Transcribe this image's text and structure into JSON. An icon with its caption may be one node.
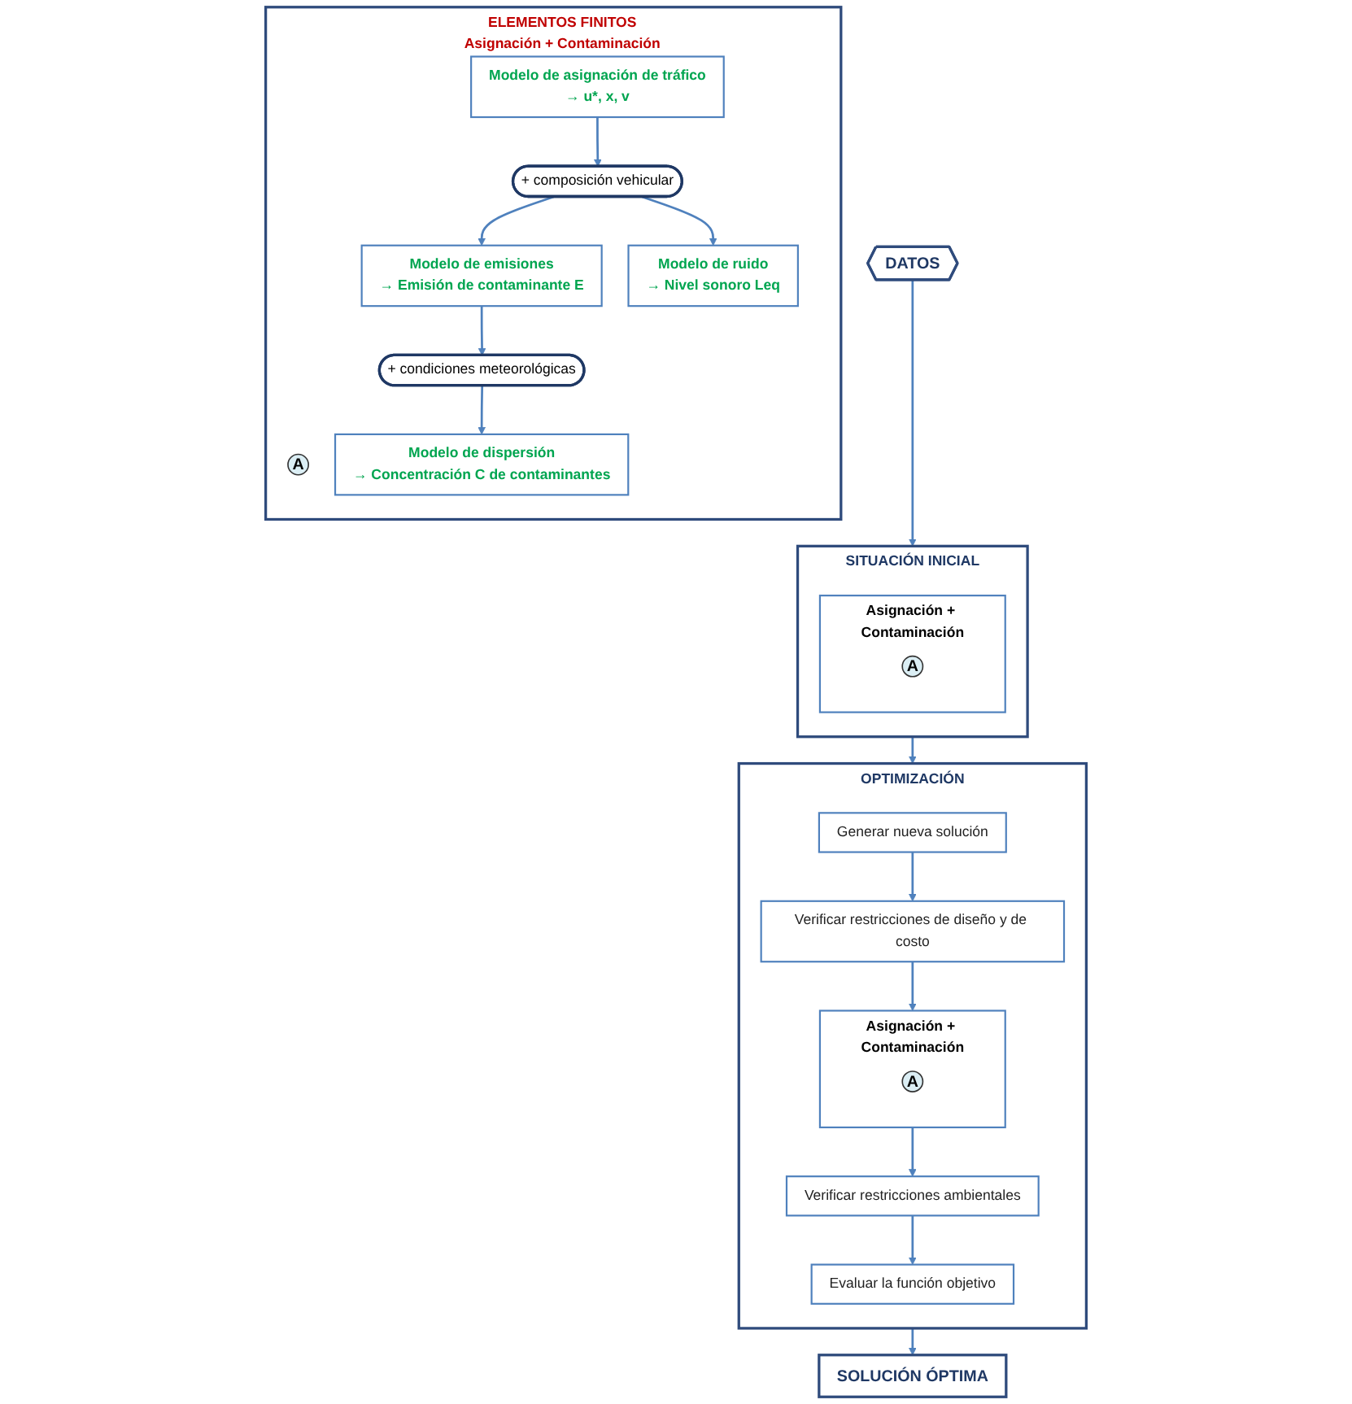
{
  "diagram": {
    "nodes": [
      {
        "text": [
          "DATOS"
        ]
      },
      {
        "text": [
          "SITUACIÓN INICIAL"
        ]
      },
      {
        "text": [
          "Asignación + Contaminación"
        ],
        "in": 1
      },
      {
        "text": [
          "A"
        ],
        "in": 2
      },
      {
        "text": [
          "OPTIMIZACIÓN"
        ]
      },
      {
        "text": [
          "Generar nueva solución"
        ],
        "in": 4
      },
      {
        "text": [
          "Verificar restricciones de diseño y de costo"
        ],
        "in": 4
      },
      {
        "text": [
          "Asignación + Contaminación"
        ],
        "in": 4
      },
      {
        "text": [
          "A"
        ],
        "in": 7
      },
      {
        "text": [
          "Verificar restricciones ambientales"
        ],
        "in": 4
      },
      {
        "text": [
          "Evaluar la función objetivo"
        ],
        "in": 4
      },
      {
        "text": [
          "SOLUCIÓN ÓPTIMA"
        ]
      },
      {
        "text": [
          "ELEMENTOS FINITOS",
          "Asignación + Contaminación"
        ]
      },
      {
        "text": [
          "A"
        ],
        "in": 12
      },
      {
        "text": [
          "Modelo de asignación de tráfico",
          "→ u*, x, v"
        ],
        "in": 12
      },
      {
        "text": [
          "+ composición vehicular"
        ],
        "in": 12
      },
      {
        "text": [
          "Modelo de emisiones",
          "→ Emisión de contaminante E"
        ],
        "in": 12
      },
      {
        "text": [
          "Modelo de ruido",
          "→ Nivel sonoro Leq"
        ],
        "in": 12
      },
      {
        "text": [
          "+ condiciones meteorológicas"
        ],
        "in": 12
      },
      {
        "text": [
          "Modelo de dispersión",
          "→ Concentración C de contaminantes"
        ],
        "in": 12
      }
    ],
    "edges": [
      {
        "from": 0,
        "to": 1,
        "arrow": "to"
      },
      {
        "from": 1,
        "to": 4,
        "arrow": "to"
      },
      {
        "from": 5,
        "to": 6,
        "arrow": "to"
      },
      {
        "from": 6,
        "to": 7,
        "arrow": "to"
      },
      {
        "from": 7,
        "to": 9,
        "arrow": "to"
      },
      {
        "from": 9,
        "to": 10,
        "arrow": "to"
      },
      {
        "from": 4,
        "to": 11,
        "arrow": "to"
      },
      {
        "from": 14,
        "to": 15,
        "arrow": "to"
      },
      {
        "from": 15,
        "to": 16,
        "arrow": "to"
      },
      {
        "from": 15,
        "to": 17,
        "arrow": "to"
      },
      {
        "from": 16,
        "to": 18,
        "arrow": "to"
      },
      {
        "from": 18,
        "to": 19,
        "arrow": "to"
      }
    ]
  }
}
